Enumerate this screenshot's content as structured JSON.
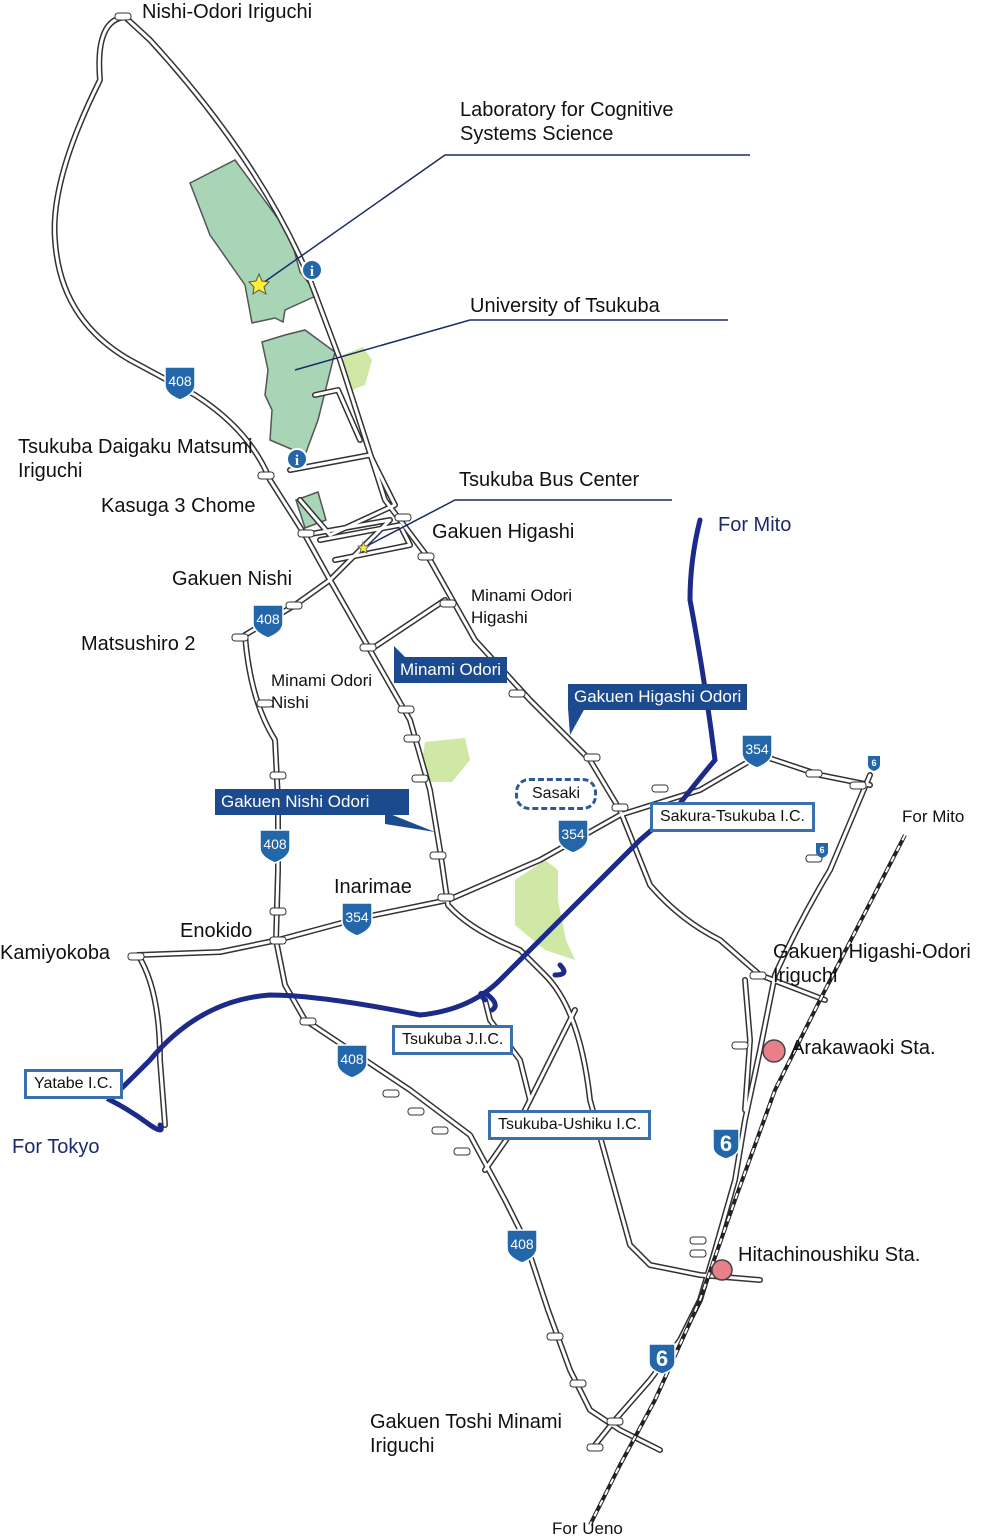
{
  "places": {
    "nishi_odori_iriguchi": "Nishi-Odori Iriguchi",
    "lab": "Laboratory for Cognitive\nSystems Science",
    "university": "University of Tsukuba",
    "matsumi_iriguchi": "Tsukuba Daigaku Matsumi\nIriguchi",
    "kasuga": "Kasuga 3 Chome",
    "bus_center": "Tsukuba Bus Center",
    "gakuen_higashi": "Gakuen Higashi",
    "gakuen_nishi": "Gakuen Nishi",
    "minami_odori_higashi": "Minami Odori\nHigashi",
    "matsushiro": "Matsushiro 2",
    "minami_odori_nishi": "Minami Odori\nNishi",
    "inarimae": "Inarimae",
    "enokido": "Enokido",
    "kamiyokoba": "Kamiyokoba",
    "gakuen_higashi_odori_iriguchi": "Gakuen Higashi-Odori\nIriguchi",
    "gakuen_toshi_minami": "Gakuen Toshi Minami\nIriguchi"
  },
  "roads": {
    "minami_odori": "Minami Odori",
    "gakuen_higashi_odori": "Gakuen Higashi Odori",
    "gakuen_nishi_odori": "Gakuen Nishi Odori"
  },
  "interchanges": {
    "sakura_tsukuba": "Sakura-Tsukuba I.C.",
    "tsukuba_jic": "Tsukuba J.I.C.",
    "yatabe": "Yatabe I.C.",
    "tsukuba_ushiku": "Tsukuba-Ushiku I.C."
  },
  "area": {
    "sasaki": "Sasaki"
  },
  "stations": {
    "arakawaoki": "Arakawaoki Sta.",
    "hitachinoushiku": "Hitachinoushiku Sta."
  },
  "directions": {
    "for_mito_expressway": "For Mito",
    "for_mito_rail": "For Mito",
    "for_tokyo": "For Tokyo",
    "for_ueno": "For Ueno"
  },
  "route_shields": {
    "r408": "408",
    "r354": "354",
    "r6": "6"
  },
  "colors": {
    "campus_green": "#a8d5b5",
    "park_green": "#cfe8a5",
    "expressway": "#1c2a8a",
    "road_tag": "#1c4a8e",
    "ic_box_border": "#3a6fb0",
    "shield": "#2466aa",
    "station": "#e8808a",
    "leader_line": "#1c2a6b"
  },
  "icons": {
    "info": "info-icon",
    "star": "star-icon",
    "station": "station-marker"
  }
}
